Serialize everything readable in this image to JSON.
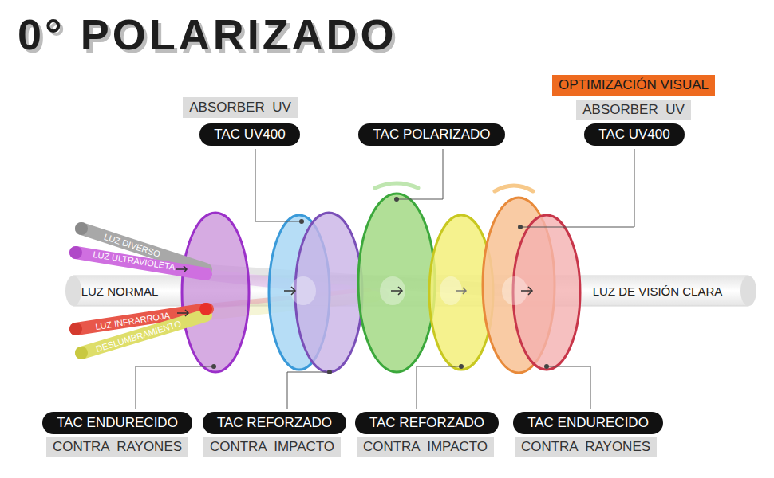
{
  "diagram": {
    "title": "0° POLARIZADO",
    "nodes": [
      {
        "text": [
          "ABSORBER  UV"
        ]
      },
      {
        "text": [
          "TAC UV400"
        ]
      },
      {
        "text": [
          "TAC POLARIZADO"
        ]
      },
      {
        "text": [
          "OPTIMIZACIÓN VISUAL"
        ]
      },
      {
        "text": [
          "ABSORBER  UV"
        ]
      },
      {
        "text": [
          "TAC UV400"
        ]
      },
      {
        "text": [
          "TAC ENDURECIDO"
        ]
      },
      {
        "text": [
          "CONTRA  RAYONES"
        ]
      },
      {
        "text": [
          "TAC REFORZADO"
        ]
      },
      {
        "text": [
          "CONTRA  IMPACTO"
        ]
      },
      {
        "text": [
          "TAC REFORZADO"
        ]
      },
      {
        "text": [
          "CONTRA  IMPACTO"
        ]
      },
      {
        "text": [
          "TAC ENDURECIDO"
        ]
      },
      {
        "text": [
          "CONTRA  RAYONES"
        ]
      }
    ],
    "labels": [
      "LUZ DIVERSO",
      "LUZ ULTRAVIOLETA",
      "LUZ NORMAL",
      "LUZ INFRARROJA",
      "DESLUMBRAMIENTO",
      "LUZ DE VISIÓN CLARA"
    ]
  }
}
